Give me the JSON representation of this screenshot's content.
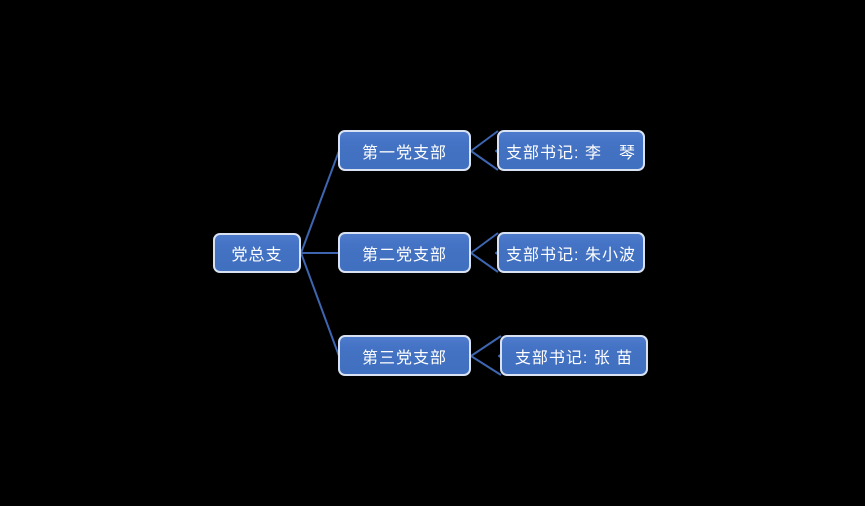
{
  "colors": {
    "canvas_bg": "#000000",
    "node_fill": "#4472C4",
    "node_border": "#D9E2F3",
    "node_text": "#FFFFFF",
    "connector": "#3E66B0"
  },
  "org_chart": {
    "type": "horizontal-hierarchy",
    "root": {
      "label": "党总支"
    },
    "branches": [
      {
        "label": "第一党支部",
        "secretary": "支部书记: 李　琴"
      },
      {
        "label": "第二党支部",
        "secretary": "支部书记: 朱小波"
      },
      {
        "label": "第三党支部",
        "secretary": "支部书记: 张 苗"
      }
    ]
  }
}
